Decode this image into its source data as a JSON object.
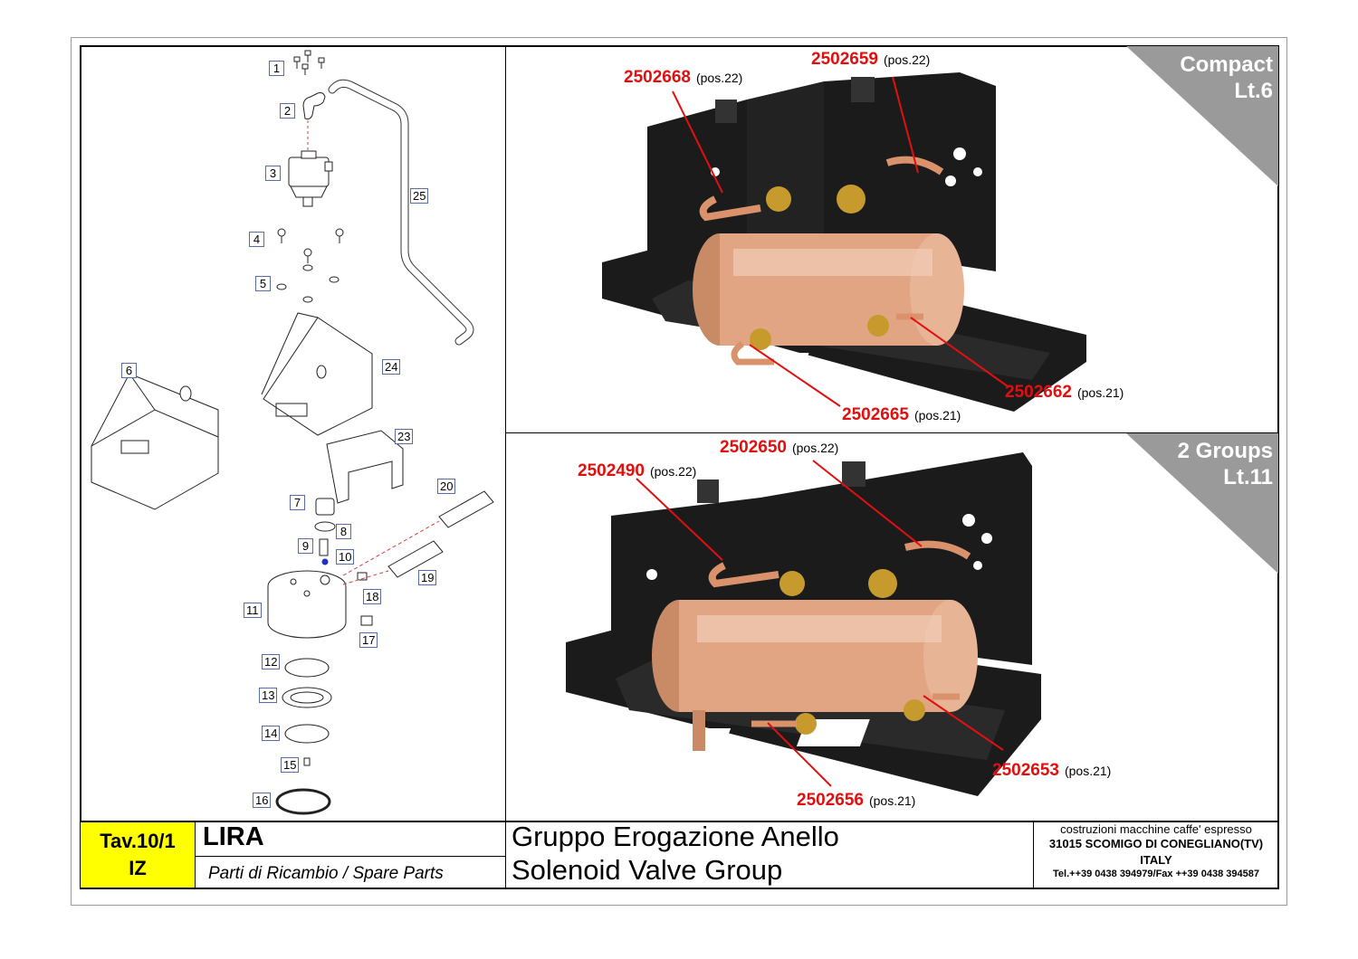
{
  "exploded_parts": [
    "1",
    "2",
    "3",
    "4",
    "5",
    "6",
    "7",
    "8",
    "9",
    "10",
    "11",
    "12",
    "13",
    "14",
    "15",
    "16",
    "17",
    "18",
    "19",
    "20",
    "23",
    "24",
    "25"
  ],
  "panel_top": {
    "corner": [
      "Compact",
      "Lt.6"
    ],
    "callouts": [
      {
        "code": "2502668",
        "pos": "(pos.22)"
      },
      {
        "code": "2502659",
        "pos": "(pos.22)"
      },
      {
        "code": "2502662",
        "pos": "(pos.21)"
      },
      {
        "code": "2502665",
        "pos": "(pos.21)"
      }
    ]
  },
  "panel_bottom": {
    "corner": [
      "2 Groups",
      "Lt.11"
    ],
    "callouts": [
      {
        "code": "2502650",
        "pos": "(pos.22)"
      },
      {
        "code": "2502490",
        "pos": "(pos.22)"
      },
      {
        "code": "2502653",
        "pos": "(pos.21)"
      },
      {
        "code": "2502656",
        "pos": "(pos.21)"
      }
    ]
  },
  "title_block": {
    "table_no": "Tav.10/1",
    "table_code": "IZ",
    "model": "LIRA",
    "subtitle": "Parti di Ricambio / Spare Parts",
    "title_it": "Gruppo Erogazione Anello",
    "title_en": "Solenoid Valve Group",
    "company_line": "costruzioni macchine caffe' espresso",
    "address": "31015 SCOMIGO DI CONEGLIANO(TV)",
    "country": "ITALY",
    "contacts": "Tel.++39 0438 394979/Fax ++39 0438 394587"
  },
  "colors": {
    "callout": "#e01010",
    "badge": "#ffff00",
    "corner": "#9a9a9a",
    "copper": "#e2a583",
    "frame": "#1a1a1a"
  }
}
